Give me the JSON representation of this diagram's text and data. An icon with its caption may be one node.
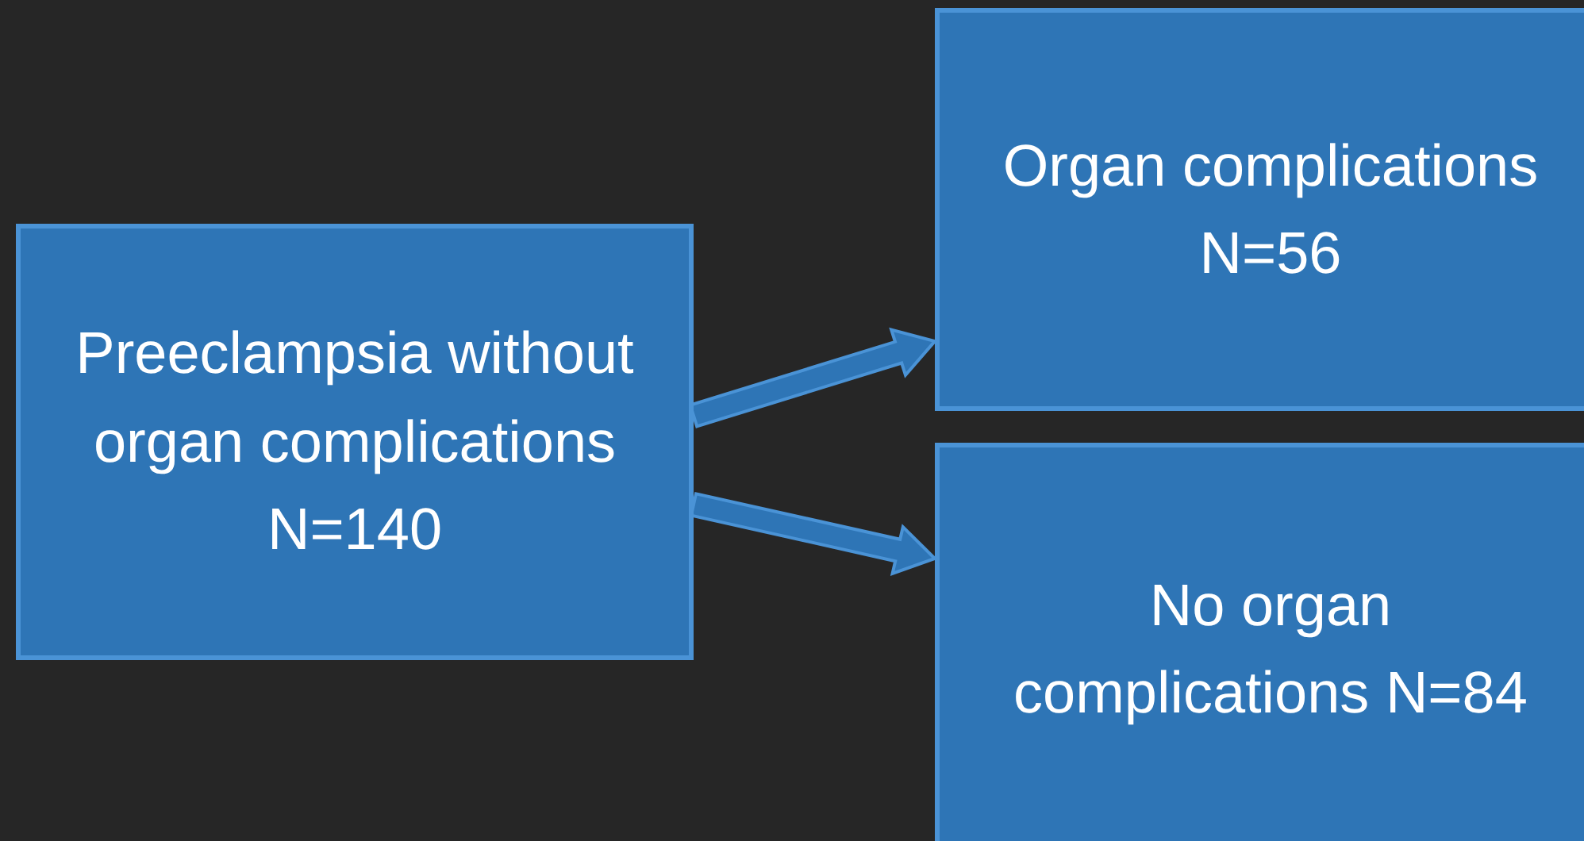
{
  "diagram": {
    "nodes": [
      {
        "text": [
          "Preeclampsia without organ complications N=140"
        ]
      },
      {
        "text": [
          "Organ complications N=56"
        ]
      },
      {
        "text": [
          "No organ complications N=84"
        ]
      }
    ],
    "edges": [
      {
        "from": 0,
        "to": 1,
        "arrow": "to"
      },
      {
        "from": 0,
        "to": 2,
        "arrow": "to"
      }
    ]
  }
}
